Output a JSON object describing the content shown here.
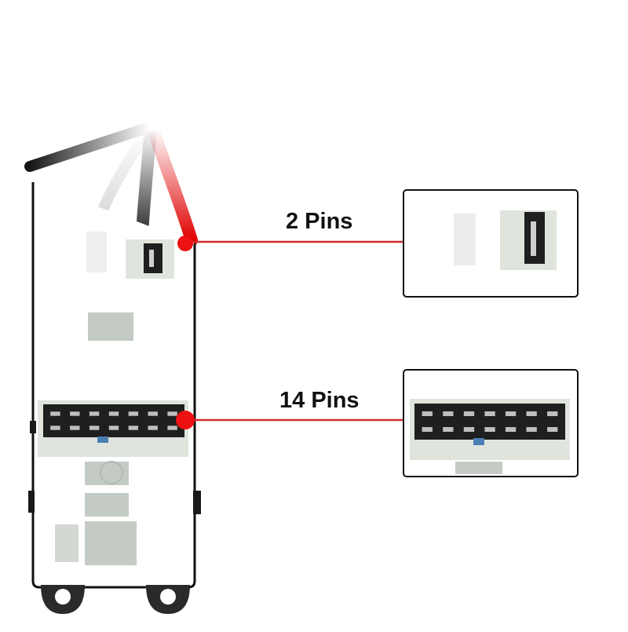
{
  "callouts": [
    {
      "label": "2 Pins"
    },
    {
      "label": "14 Pins"
    }
  ],
  "colors": {
    "leader_line": "#d42a2a",
    "marker_dot": "#ee1111",
    "outline": "#111111",
    "housing": "#ffffff",
    "connector_plastic": "#1f1f1f",
    "connector_base": "#dfe5dd",
    "gray_patch": "#c4cbc4",
    "pin_accent": "#4b7fb4"
  },
  "wire_colors": [
    "#1a1a1a",
    "#d8d8d8",
    "#1a1a1a",
    "#e00000"
  ],
  "icons": [
    "window-switch-body",
    "2-pin-connector",
    "14-pin-connector",
    "wire-bundle",
    "mounting-clip"
  ]
}
